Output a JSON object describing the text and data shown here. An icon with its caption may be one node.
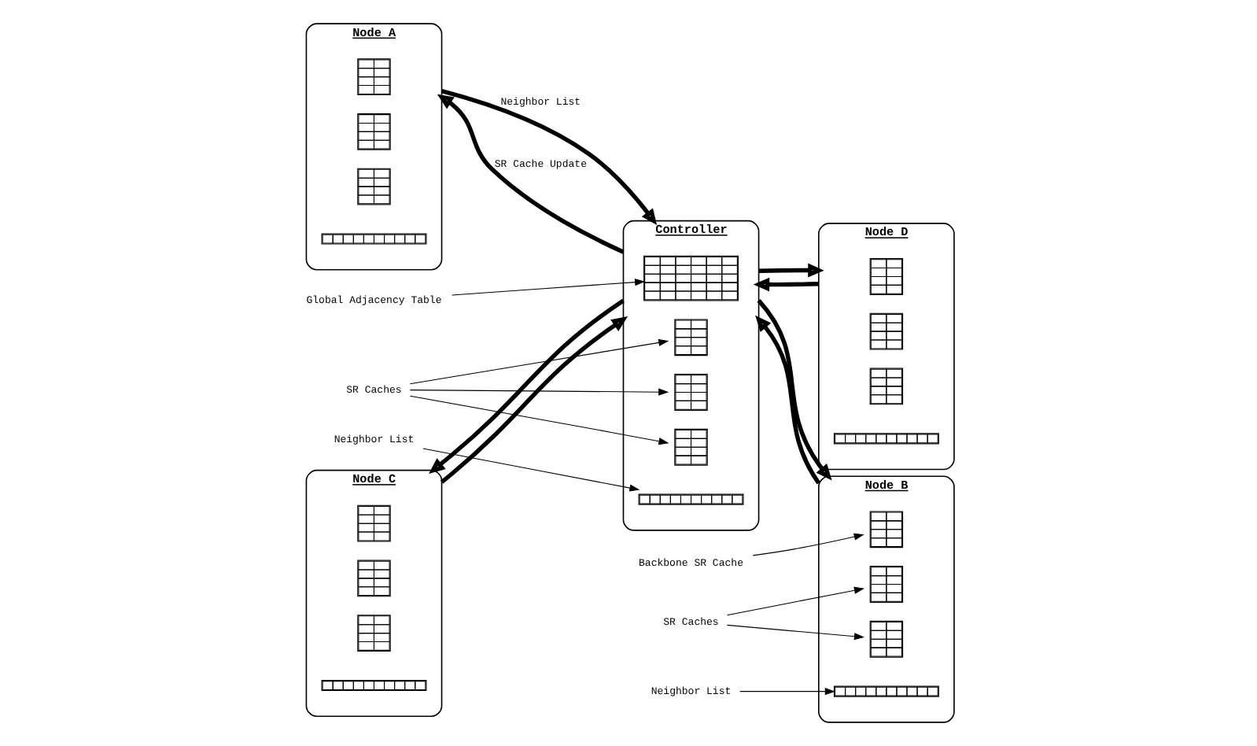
{
  "diagram": {
    "nodes": [
      {
        "text": [
          "Node A"
        ]
      },
      {
        "text": [],
        "shape": "table",
        "in": 0
      },
      {
        "text": [],
        "shape": "table",
        "in": 0
      },
      {
        "text": [],
        "shape": "table",
        "in": 0
      },
      {
        "text": [],
        "shape": "bar",
        "in": 0
      },
      {
        "text": [
          "Node B"
        ]
      },
      {
        "text": [],
        "shape": "table",
        "in": 5
      },
      {
        "text": [],
        "shape": "table",
        "in": 5
      },
      {
        "text": [],
        "shape": "table",
        "in": 5
      },
      {
        "text": [],
        "shape": "bar",
        "in": 5
      },
      {
        "text": [
          "Backbone SR Cache"
        ]
      },
      {
        "text": [
          "SR Caches"
        ]
      },
      {
        "text": [
          "Neighbor List"
        ]
      },
      {
        "text": [
          "Controller"
        ]
      },
      {
        "text": [],
        "shape": "table",
        "in": 13
      },
      {
        "text": [],
        "shape": "table",
        "in": 13
      },
      {
        "text": [],
        "shape": "table",
        "in": 13
      },
      {
        "text": [],
        "shape": "table",
        "in": 13
      },
      {
        "text": [],
        "shape": "bar",
        "in": 13
      },
      {
        "text": [
          "Global Adjacency Table"
        ]
      },
      {
        "text": [
          "SR Caches"
        ]
      },
      {
        "text": [
          "Neighbor List"
        ]
      },
      {
        "text": [
          "Node C"
        ]
      },
      {
        "text": [],
        "shape": "table",
        "in": 22
      },
      {
        "text": [],
        "shape": "table",
        "in": 22
      },
      {
        "text": [],
        "shape": "table",
        "in": 22
      },
      {
        "text": [],
        "shape": "bar",
        "in": 22
      },
      {
        "text": [
          "Node D"
        ]
      },
      {
        "text": [],
        "shape": "table",
        "in": 27
      },
      {
        "text": [],
        "shape": "table",
        "in": 27
      },
      {
        "text": [],
        "shape": "table",
        "in": 27
      },
      {
        "text": [],
        "shape": "bar",
        "in": 27
      }
    ],
    "edges": [
      {
        "from": 0,
        "to": 13,
        "arrow": "to",
        "label": "Neighbor List",
        "style": "thick"
      },
      {
        "from": 13,
        "to": 0,
        "arrow": "to",
        "label": "SR Cache Update",
        "style": "thick"
      },
      {
        "from": 5,
        "to": 13,
        "arrow": "to",
        "style": "thick"
      },
      {
        "from": 13,
        "to": 5,
        "arrow": "to",
        "style": "thick"
      },
      {
        "from": 22,
        "to": 13,
        "arrow": "to",
        "style": "thick"
      },
      {
        "from": 13,
        "to": 22,
        "arrow": "to",
        "style": "thick"
      },
      {
        "from": 27,
        "to": 13,
        "arrow": "to",
        "style": "thick"
      },
      {
        "from": 13,
        "to": 27,
        "arrow": "to",
        "style": "thick"
      },
      {
        "from": 10,
        "to": 6,
        "arrow": "to"
      },
      {
        "from": 11,
        "to": 7,
        "arrow": "to"
      },
      {
        "from": 11,
        "to": 8,
        "arrow": "to"
      },
      {
        "from": 12,
        "to": 9,
        "arrow": "to"
      },
      {
        "from": 19,
        "to": 14,
        "arrow": "to"
      },
      {
        "from": 20,
        "to": 15,
        "arrow": "to"
      },
      {
        "from": 20,
        "to": 16,
        "arrow": "to"
      },
      {
        "from": 20,
        "to": 17,
        "arrow": "to"
      },
      {
        "from": 21,
        "to": 18,
        "arrow": "to"
      }
    ]
  }
}
